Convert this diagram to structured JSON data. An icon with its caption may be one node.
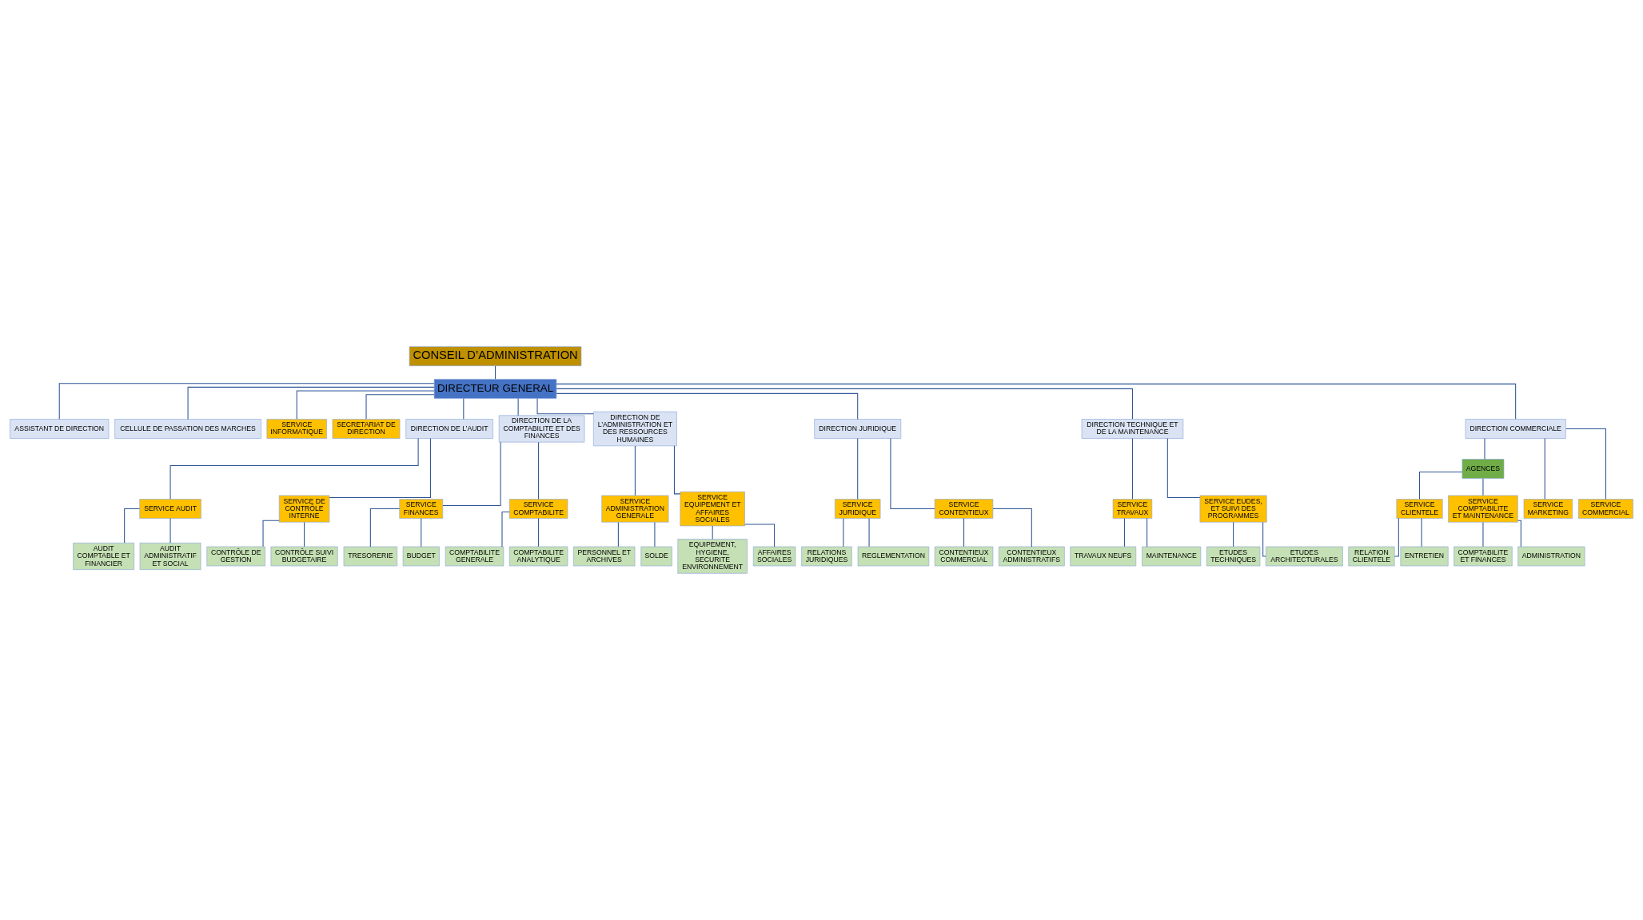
{
  "diagram": {
    "nodes": [
      {
        "text": [
          "CONSEIL D’ADMINISTRATION"
        ]
      },
      {
        "text": [
          "DIRECTEUR GENERAL"
        ]
      },
      {
        "text": [
          "ASSISTANT DE DIRECTION"
        ]
      },
      {
        "text": [
          "CELLULE DE PASSATION DES MARCHES"
        ]
      },
      {
        "text": [
          "SERVICE INFORMATIQUE"
        ]
      },
      {
        "text": [
          "SECRETARIAT DE DIRECTION"
        ]
      },
      {
        "text": [
          "DIRECTION DE L’AUDIT"
        ]
      },
      {
        "text": [
          "DIRECTION DE LA COMPTABILITE ET DES FINANCES"
        ]
      },
      {
        "text": [
          "DIRECTION DE L’ADMINISTRATION ET DES RESSOURCES HUMAINES"
        ]
      },
      {
        "text": [
          "DIRECTION JURIDIQUE"
        ]
      },
      {
        "text": [
          "DIRECTION TECHNIQUE ET DE LA MAINTENANCE"
        ]
      },
      {
        "text": [
          "DIRECTION COMMERCIALE"
        ]
      },
      {
        "text": [
          "AGENCES"
        ]
      },
      {
        "text": [
          "SERVICE AUDIT"
        ]
      },
      {
        "text": [
          "SERVICE DE CONTRÔLE INTERNE"
        ]
      },
      {
        "text": [
          "SERVICE FINANCES"
        ]
      },
      {
        "text": [
          "SERVICE COMPTABILITE"
        ]
      },
      {
        "text": [
          "SERVICE ADMINISTRATION GENERALE"
        ]
      },
      {
        "text": [
          "SERVICE EQUIPEMENT ET AFFAIRES SOCIALES"
        ]
      },
      {
        "text": [
          "SERVICE JURIDIQUE"
        ]
      },
      {
        "text": [
          "SERVICE CONTENTIEUX"
        ]
      },
      {
        "text": [
          "SERVICE TRAVAUX"
        ]
      },
      {
        "text": [
          "SERVICE EUDES, ET SUIVI DES PROGRAMMES"
        ]
      },
      {
        "text": [
          "SERVICE MARKETING"
        ]
      },
      {
        "text": [
          "SERVICE COMMERCIAL"
        ]
      },
      {
        "text": [
          "AUDIT COMPTABLE ET FINANCIER"
        ]
      },
      {
        "text": [
          "AUDIT ADMINISTRATIF ET SOCIAL"
        ]
      },
      {
        "text": [
          "CONTRÔLE DE GESTION"
        ]
      },
      {
        "text": [
          "CONTRÔLE SUIVI BUDGETAIRE"
        ]
      },
      {
        "text": [
          "TRESORERIE"
        ]
      },
      {
        "text": [
          "BUDGET"
        ]
      },
      {
        "text": [
          "COMPTABILITE GENERALE"
        ]
      },
      {
        "text": [
          "COMPTABILITE ANALYTIQUE"
        ]
      },
      {
        "text": [
          "PERSONNEL ET ARCHIVES"
        ]
      },
      {
        "text": [
          "SOLDE"
        ]
      },
      {
        "text": [
          "EQUIPEMENT, HYGIENE, SECURITE ENVIRONNEMENT"
        ]
      },
      {
        "text": [
          "AFFAIRES SOCIALES"
        ]
      },
      {
        "text": [
          "RELATIONS JURIDIQUES"
        ]
      },
      {
        "text": [
          "REGLEMENTATION"
        ]
      },
      {
        "text": [
          "CONTENTIEUX COMMERCIAL"
        ]
      },
      {
        "text": [
          "CONTENTIEUX ADMINISTRATIFS"
        ]
      },
      {
        "text": [
          "TRAVAUX NEUFS"
        ]
      },
      {
        "text": [
          "MAINTENANCE"
        ]
      },
      {
        "text": [
          "ETUDES TECHNIQUES"
        ]
      },
      {
        "text": [
          "ETUDES ARCHITECTURALES"
        ]
      },
      {
        "text": [
          "SERVICE CLIENTELE"
        ]
      },
      {
        "text": [
          "SERVICE COMPTABILITE ET MAINTENANCE"
        ]
      },
      {
        "text": [
          "RELATION CLIENTELE"
        ]
      },
      {
        "text": [
          "ENTRETIEN"
        ]
      },
      {
        "text": [
          "COMPTABILITE ET FINANCES"
        ]
      },
      {
        "text": [
          "ADMINISTRATION"
        ]
      }
    ],
    "edges": [
      {
        "from": 0,
        "to": 1,
        "arrow": "none"
      },
      {
        "from": 1,
        "to": 2,
        "arrow": "none"
      },
      {
        "from": 1,
        "to": 3,
        "arrow": "none"
      },
      {
        "from": 1,
        "to": 4,
        "arrow": "none"
      },
      {
        "from": 1,
        "to": 5,
        "arrow": "none"
      },
      {
        "from": 1,
        "to": 6,
        "arrow": "none"
      },
      {
        "from": 1,
        "to": 7,
        "arrow": "none"
      },
      {
        "from": 1,
        "to": 8,
        "arrow": "none"
      },
      {
        "from": 1,
        "to": 9,
        "arrow": "none"
      },
      {
        "from": 1,
        "to": 10,
        "arrow": "none"
      },
      {
        "from": 1,
        "to": 11,
        "arrow": "none"
      },
      {
        "from": 11,
        "to": 12,
        "arrow": "none"
      },
      {
        "from": 6,
        "to": 13,
        "arrow": "none"
      },
      {
        "from": 6,
        "to": 14,
        "arrow": "none"
      },
      {
        "from": 7,
        "to": 15,
        "arrow": "none"
      },
      {
        "from": 7,
        "to": 16,
        "arrow": "none"
      },
      {
        "from": 8,
        "to": 17,
        "arrow": "none"
      },
      {
        "from": 8,
        "to": 18,
        "arrow": "none"
      },
      {
        "from": 9,
        "to": 19,
        "arrow": "none"
      },
      {
        "from": 9,
        "to": 20,
        "arrow": "none"
      },
      {
        "from": 10,
        "to": 21,
        "arrow": "none"
      },
      {
        "from": 10,
        "to": 22,
        "arrow": "none"
      },
      {
        "from": 11,
        "to": 23,
        "arrow": "none"
      },
      {
        "from": 11,
        "to": 24,
        "arrow": "none"
      },
      {
        "from": 12,
        "to": 45,
        "arrow": "none"
      },
      {
        "from": 12,
        "to": 46,
        "arrow": "none"
      },
      {
        "from": 13,
        "to": 25,
        "arrow": "none"
      },
      {
        "from": 13,
        "to": 26,
        "arrow": "none"
      },
      {
        "from": 14,
        "to": 27,
        "arrow": "none"
      },
      {
        "from": 14,
        "to": 28,
        "arrow": "none"
      },
      {
        "from": 15,
        "to": 29,
        "arrow": "none"
      },
      {
        "from": 15,
        "to": 30,
        "arrow": "none"
      },
      {
        "from": 16,
        "to": 31,
        "arrow": "none"
      },
      {
        "from": 16,
        "to": 32,
        "arrow": "none"
      },
      {
        "from": 17,
        "to": 33,
        "arrow": "none"
      },
      {
        "from": 17,
        "to": 34,
        "arrow": "none"
      },
      {
        "from": 18,
        "to": 35,
        "arrow": "none"
      },
      {
        "from": 18,
        "to": 36,
        "arrow": "none"
      },
      {
        "from": 19,
        "to": 37,
        "arrow": "none"
      },
      {
        "from": 19,
        "to": 38,
        "arrow": "none"
      },
      {
        "from": 20,
        "to": 39,
        "arrow": "none"
      },
      {
        "from": 20,
        "to": 40,
        "arrow": "none"
      },
      {
        "from": 21,
        "to": 41,
        "arrow": "none"
      },
      {
        "from": 21,
        "to": 42,
        "arrow": "none"
      },
      {
        "from": 22,
        "to": 43,
        "arrow": "none"
      },
      {
        "from": 22,
        "to": 44,
        "arrow": "none"
      },
      {
        "from": 45,
        "to": 47,
        "arrow": "none"
      },
      {
        "from": 45,
        "to": 48,
        "arrow": "none"
      },
      {
        "from": 46,
        "to": 49,
        "arrow": "none"
      },
      {
        "from": 46,
        "to": 50,
        "arrow": "none"
      }
    ]
  }
}
